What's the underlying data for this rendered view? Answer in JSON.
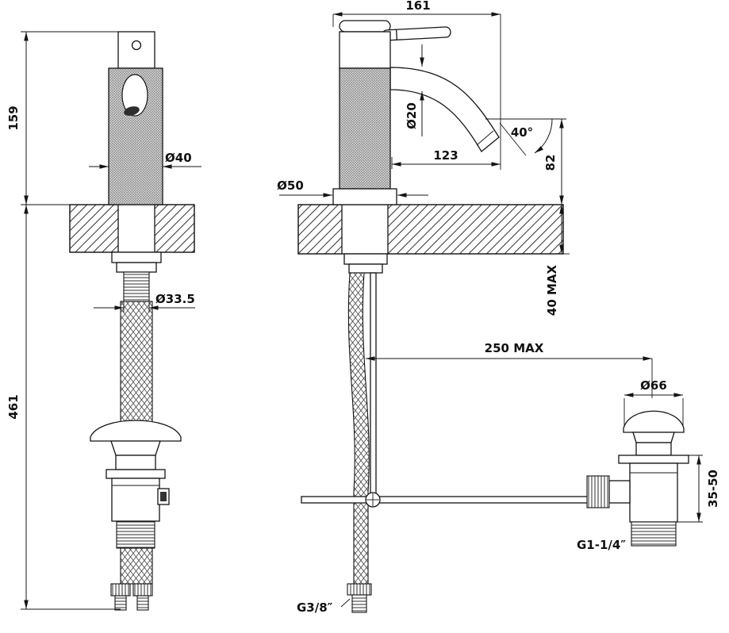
{
  "drawing": {
    "colors": {
      "ink": "#141414",
      "background": "#ffffff"
    },
    "dims": {
      "front_total_depth": "161",
      "body_height_above_deck": "159",
      "body_diameter": "Ø40",
      "spout_diameter": "Ø20",
      "spout_reach": "123",
      "spout_angle": "40°",
      "spout_height": "82",
      "base_diameter": "Ø50",
      "shank_diameter": "Ø33.5",
      "max_deck_thickness": "40 MAX",
      "max_rod_reach": "250 MAX",
      "total_height_below": "461",
      "waste_cap_diameter": "Ø66",
      "waste_adjust_range": "35-50",
      "waste_thread": "G1-1/4″",
      "hose_thread": "G3/8″"
    }
  }
}
